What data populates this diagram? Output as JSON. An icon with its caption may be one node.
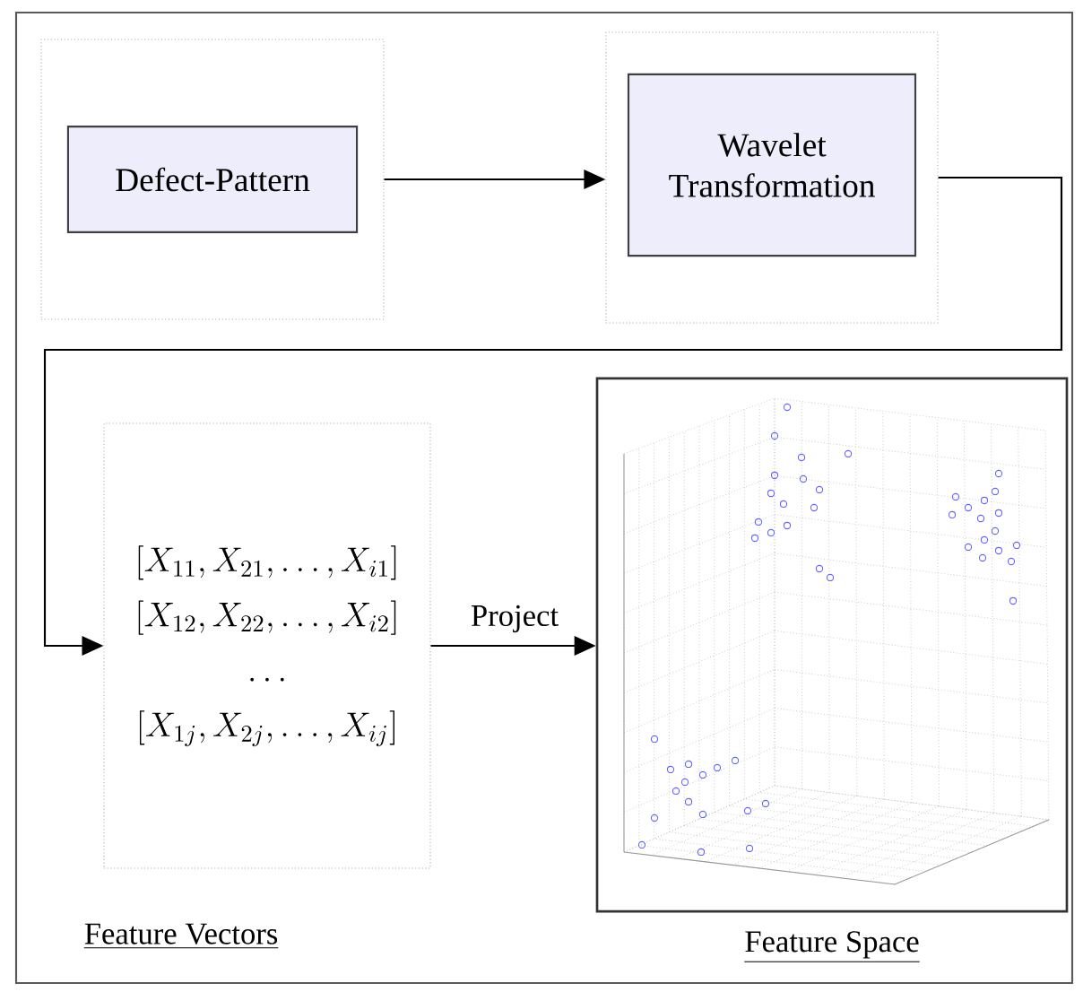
{
  "diagram": {
    "nodes": [
      {
        "text": [],
        "shape": "box"
      },
      {
        "text": [
          "Defect-Pattern"
        ],
        "in": 0
      },
      {
        "text": [],
        "shape": "box"
      },
      {
        "text": [
          "Wavelet Transformation"
        ],
        "in": 2
      },
      {
        "text": [
          "[X_{11},X_{21},\\ldots,X_{i1}]",
          "[X_{12},X_{22},\\ldots,X_{i2}]",
          "\\ldots",
          "[X_{1j},X_{2j},\\ldots,X_{ij}]"
        ],
        "beside": [
          "Feature Vectors"
        ]
      },
      {
        "text": [],
        "shape": "picture",
        "beside": [
          "Feature Space"
        ]
      }
    ],
    "edges": [
      {
        "from": 0,
        "to": 2,
        "arrow": "to"
      },
      {
        "from": 2,
        "to": 4,
        "arrow": "to"
      },
      {
        "from": 4,
        "to": 5,
        "arrow": "to",
        "label": "Project"
      }
    ]
  }
}
